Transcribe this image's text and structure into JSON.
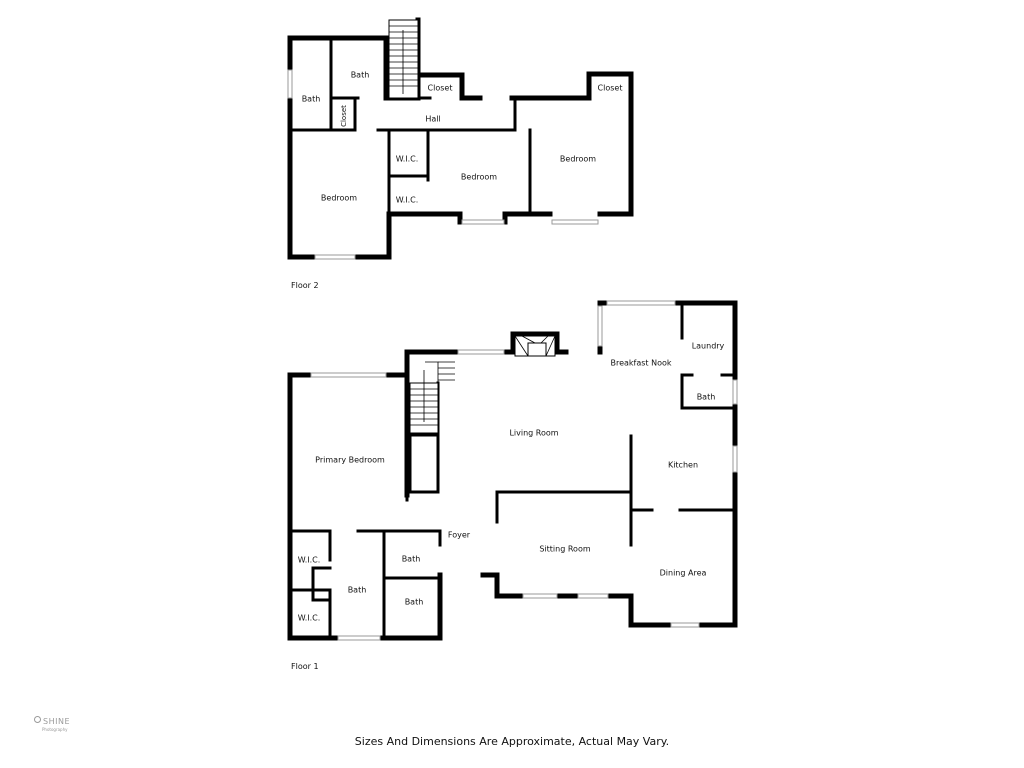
{
  "floor2": {
    "label": "Floor 2",
    "rooms": {
      "bath_left": "Bath",
      "bath_top": "Bath",
      "closet_vertical": "Closet",
      "closet_mid": "Closet",
      "closet_right": "Closet",
      "hall": "Hall",
      "wic_upper": "W.I.C.",
      "wic_lower": "W.I.C.",
      "bedroom_left": "Bedroom",
      "bedroom_mid": "Bedroom",
      "bedroom_right": "Bedroom"
    }
  },
  "floor1": {
    "label": "Floor 1",
    "rooms": {
      "primary_bedroom": "Primary Bedroom",
      "living_room": "Living Room",
      "breakfast_nook": "Breakfast Nook",
      "laundry": "Laundry",
      "bath_right": "Bath",
      "kitchen": "Kitchen",
      "foyer": "Foyer",
      "sitting_room": "Sitting Room",
      "dining_area": "Dining Area",
      "wic_upper": "W.I.C.",
      "wic_lower": "W.I.C.",
      "bath_center": "Bath",
      "bath_top_small": "Bath",
      "bath_bottom_small": "Bath"
    }
  },
  "disclaimer": "Sizes And Dimensions Are Approximate, Actual May Vary.",
  "logo": {
    "brand": "SHINE",
    "sub": "Photography"
  }
}
